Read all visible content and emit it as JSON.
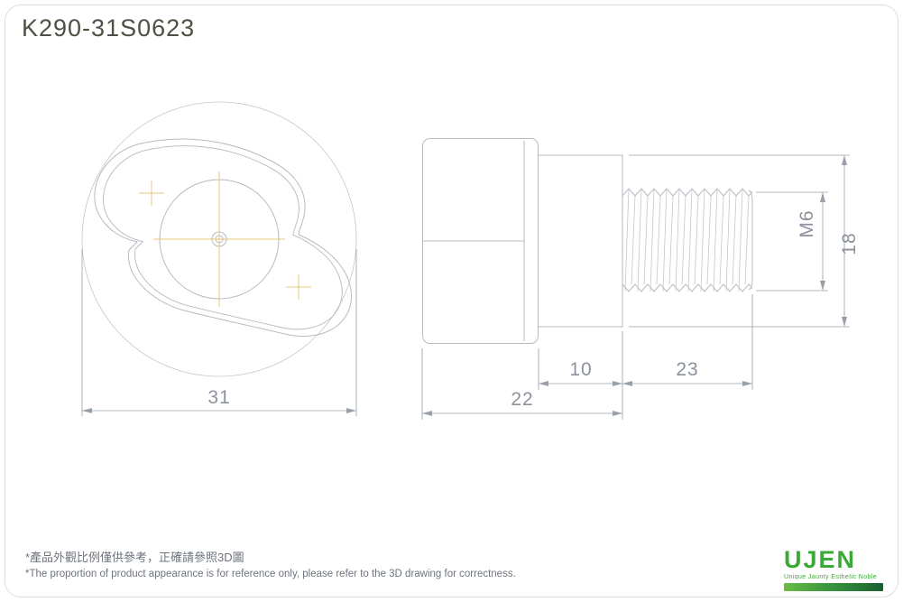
{
  "title": "K290-31S0623",
  "views": {
    "front": {
      "width_dim": "31"
    },
    "side": {
      "body_dim": "22",
      "neck_dim": "10",
      "thread_dim": "23",
      "diameter_dim": "18",
      "thread_spec": "M6"
    }
  },
  "notes": {
    "zh": "*產品外觀比例僅供參考，正確請參照3D圖",
    "en": "*The proportion of product appearance is for reference only, please refer to the 3D drawing for correctness."
  },
  "brand": {
    "name": "UJEN",
    "tagline": "Unique Jaunty Esthetic Noble"
  },
  "colors": {
    "outline": "#b6bac1",
    "dimension": "#9aa0a8",
    "centerline": "#e5c878",
    "title_text": "#4b5244",
    "dim_text": "#8c929b",
    "note_text": "#6e747d",
    "brand_green": "#3aa935"
  }
}
